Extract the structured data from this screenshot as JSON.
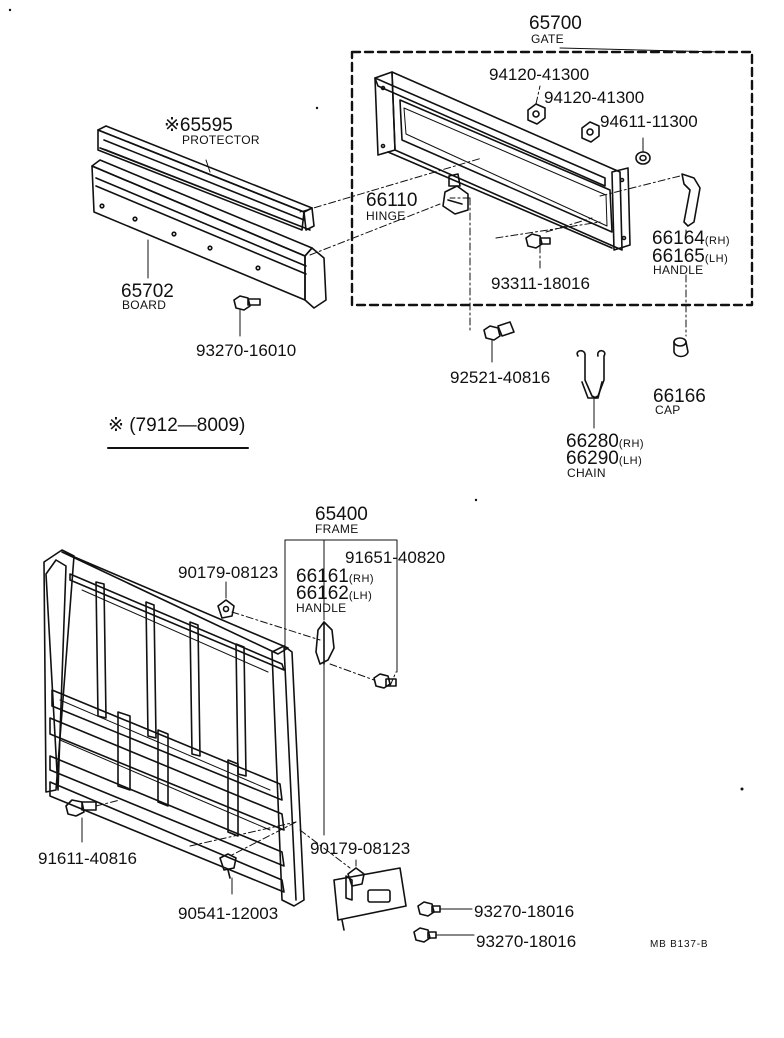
{
  "diagram": {
    "parts": {
      "gate": {
        "number": "65700",
        "name": "GATE"
      },
      "protector": {
        "number": "※65595",
        "name": "PROTECTOR"
      },
      "board": {
        "number": "65702",
        "name": "BOARD"
      },
      "hinge": {
        "number": "66110",
        "name": "HINGE"
      },
      "nut1": {
        "number": "94120-41300"
      },
      "nut2": {
        "number": "94120-41300"
      },
      "nut3": {
        "number": "94611-11300"
      },
      "handle_gate": {
        "number_rh": "66164",
        "suffix_rh": "(RH)",
        "number_lh": "66165",
        "suffix_lh": "(LH)",
        "name": "HANDLE"
      },
      "bolt_gate": {
        "number": "93311-18016"
      },
      "bolt_board": {
        "number": "93270-16010"
      },
      "bolt_hinge": {
        "number": "92521-40816"
      },
      "chain": {
        "number_rh": "66280",
        "suffix_rh": "(RH)",
        "number_lh": "66290",
        "suffix_lh": "(LH)",
        "name": "CHAIN"
      },
      "cap": {
        "number": "66166",
        "name": "CAP"
      },
      "frame": {
        "number": "65400",
        "name": "FRAME"
      },
      "clip_upper": {
        "number": "90179-08123"
      },
      "bolt_frame_upper": {
        "number": "91651-40820"
      },
      "handle_frame": {
        "number_rh": "66161",
        "suffix_rh": "(RH)",
        "number_lh": "66162",
        "suffix_lh": "(LH)",
        "name": "HANDLE"
      },
      "bolt_frame_left": {
        "number": "91611-40816"
      },
      "clip_lower": {
        "number": "90179-08123"
      },
      "screw_lower": {
        "number": "90541-12003"
      },
      "bolt_plate1": {
        "number": "93270-18016"
      },
      "bolt_plate2": {
        "number": "93270-18016"
      }
    },
    "note": "※ (7912—8009)",
    "ref_code": "MB  B137-B"
  }
}
